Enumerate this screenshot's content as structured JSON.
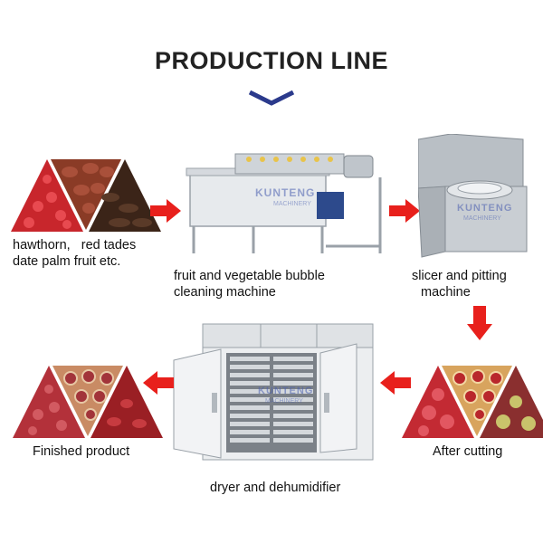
{
  "header": {
    "title": "PRODUCTION LINE"
  },
  "steps": {
    "raw": {
      "line1": "hawthorn,   red tades",
      "line2": "date palm fruit etc."
    },
    "washer": {
      "line1": "fruit and vegetable bubble",
      "line2": "cleaning machine",
      "watermark": "KUNTENG",
      "watermark_sub": "MACHINERY"
    },
    "slicer": {
      "line1": "slicer and pitting",
      "line2": "machine",
      "watermark": "KUNTENG",
      "watermark_sub": "MACHINERY"
    },
    "cut": {
      "label": "After cutting"
    },
    "dryer": {
      "label": "dryer and dehumidifier",
      "watermark": "KUNTENG",
      "watermark_sub": "MACHINERY"
    },
    "finished": {
      "label": "Finished product"
    }
  },
  "colors": {
    "arrow": "#e8201c",
    "chevron": "#2b3a8c",
    "title": "#222222",
    "steel": "#c9ced3"
  },
  "icons": [
    "chevron-down-icon",
    "arrow-right-icon",
    "arrow-left-icon",
    "arrow-down-icon"
  ]
}
